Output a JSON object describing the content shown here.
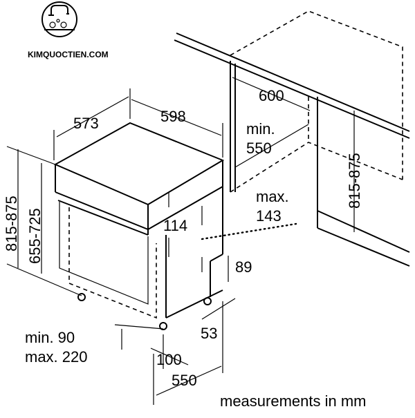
{
  "brand": {
    "name": "KIMQUOCTIEN.COM",
    "logo_icon": "faucet-flower-logo"
  },
  "dimensions": {
    "top_depth": "573",
    "top_width": "598",
    "height_range": "815-875",
    "door_height_range": "655-725",
    "niche_width": "600",
    "niche_depth_min": "min.",
    "niche_depth_value": "550",
    "niche_height_range": "815-875",
    "vent_max_label": "max.",
    "vent_max_value": "143",
    "panel_gap": "114",
    "plinth_height": "89",
    "plinth_offset": "53",
    "plinth_range_min": "min. 90",
    "plinth_range_max": "max. 220",
    "foot_offset": "100",
    "base_depth": "550"
  },
  "footer": {
    "units_note": "measurements in mm"
  }
}
